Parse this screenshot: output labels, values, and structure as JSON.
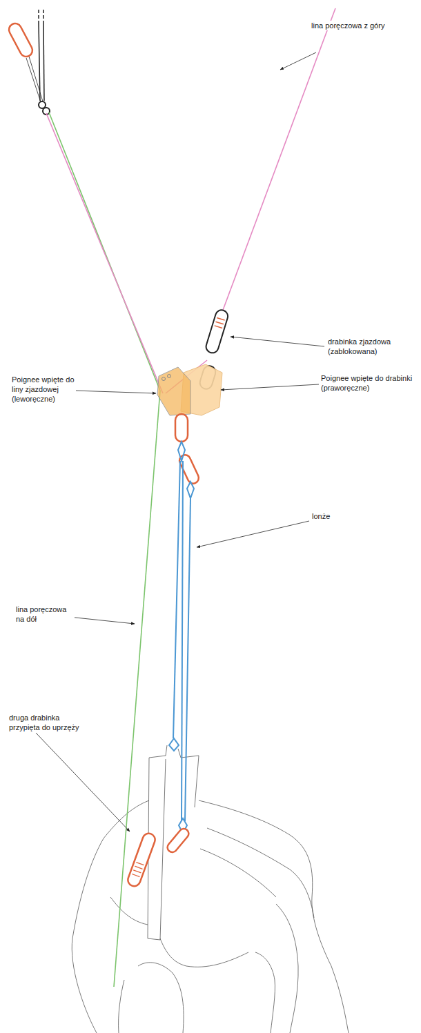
{
  "diagram": {
    "labels": [
      "lina poręczowa z góry",
      "drabinka zjazdowa (zablokowana)",
      "Poignee wpięte do liny zjazdowej (leworęczne)",
      "Poignee wpięte do drabinki (praworęczne)",
      "lonże",
      "lina poręczowa na dół",
      "druga drabinka przypięta do uprzęży"
    ]
  }
}
